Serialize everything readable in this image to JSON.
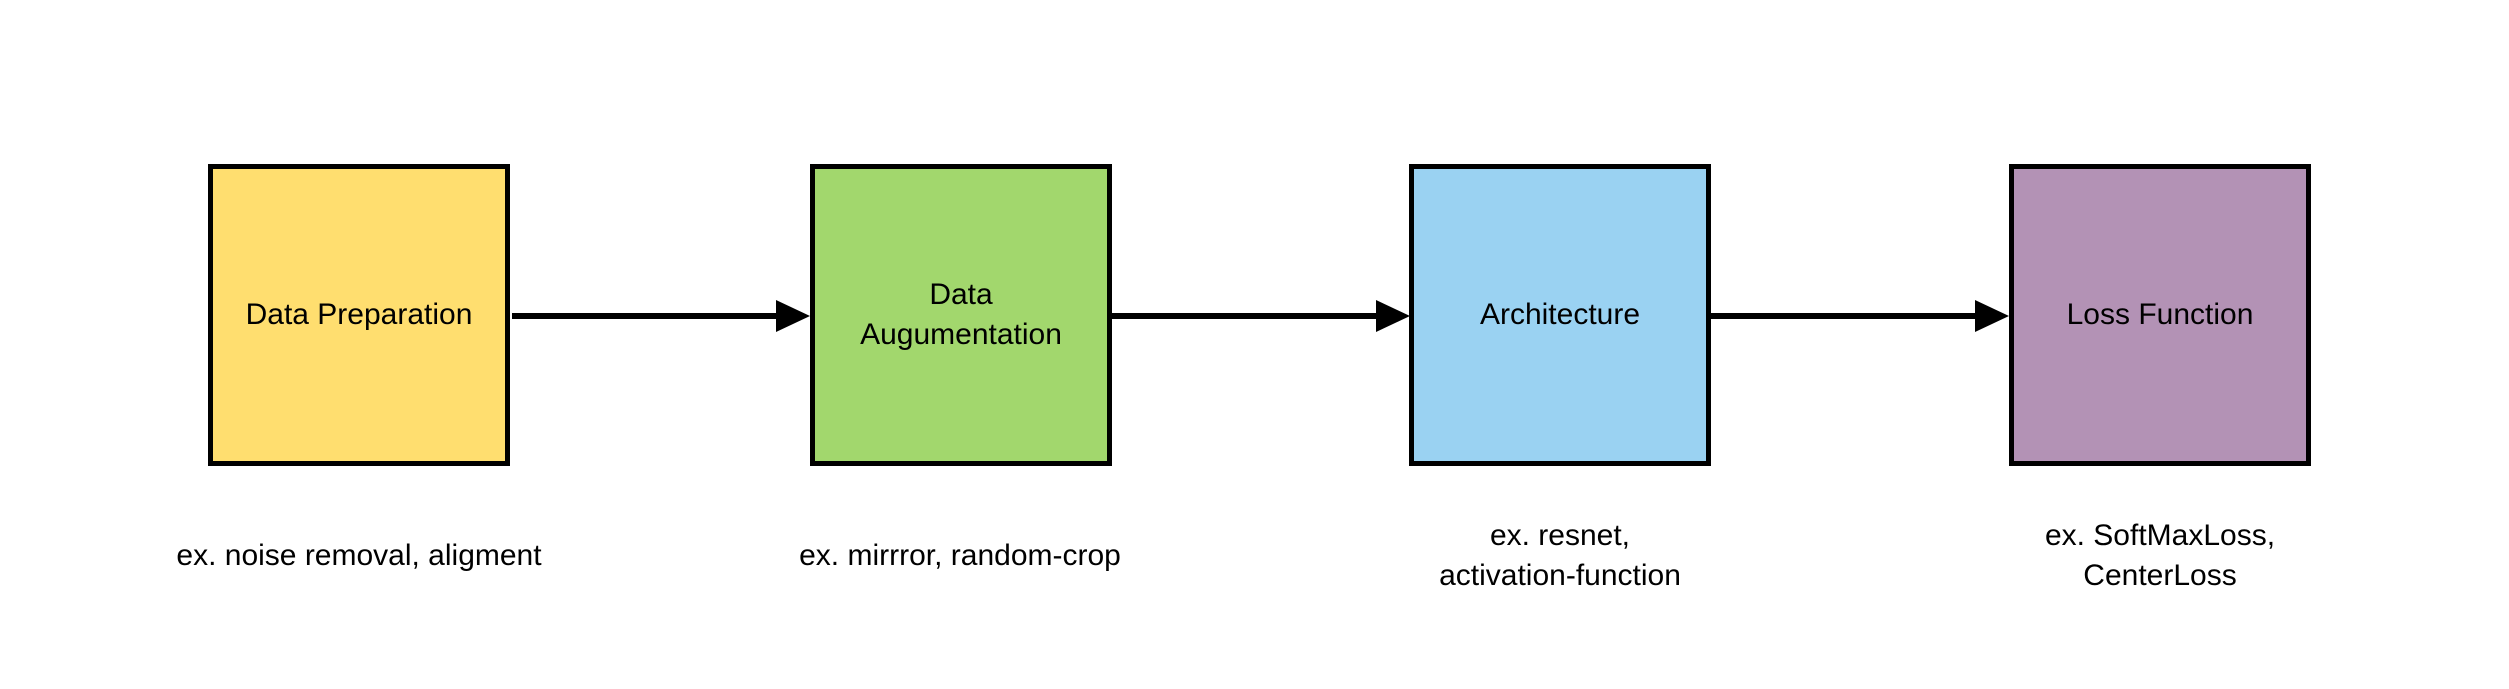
{
  "diagram": {
    "type": "flowchart",
    "background_color": "#ffffff",
    "stroke_color": "#000000",
    "nodes": [
      {
        "id": "data-preparation",
        "label": "Data Preparation",
        "caption": "ex. noise removal, aligment",
        "fill": "#FFDE6F"
      },
      {
        "id": "data-augumentation",
        "label": "Data\nAugumentation",
        "caption": "ex. mirrror, random-crop",
        "fill": "#A2D76D"
      },
      {
        "id": "architecture",
        "label": "Architecture",
        "caption": "ex. resnet,\nactivation-function",
        "fill": "#9AD2F2"
      },
      {
        "id": "loss-function",
        "label": "Loss Function",
        "caption": "ex. SoftMaxLoss,\nCenterLoss",
        "fill": "#B392B5"
      }
    ],
    "edges": [
      {
        "from": "data-preparation",
        "to": "data-augumentation",
        "direction": "right"
      },
      {
        "from": "data-augumentation",
        "to": "architecture",
        "direction": "right"
      },
      {
        "from": "architecture",
        "to": "loss-function",
        "direction": "right"
      }
    ]
  }
}
